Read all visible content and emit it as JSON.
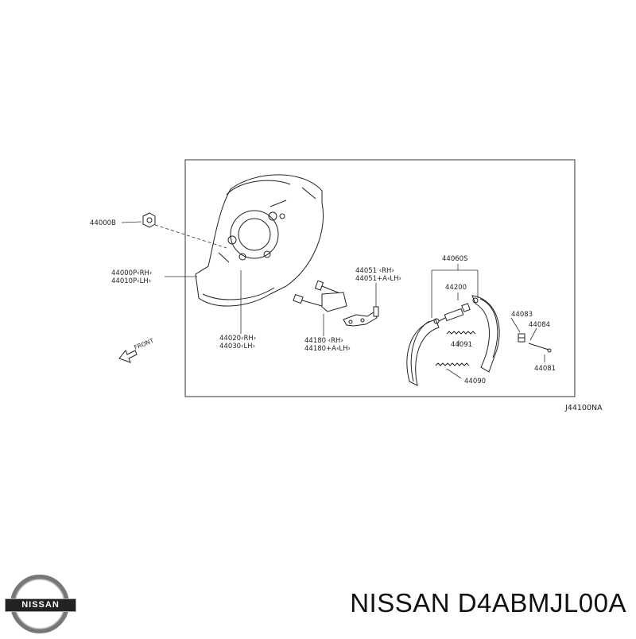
{
  "diagram": {
    "code": "J44100NA",
    "labels": {
      "nut": "44000B",
      "backing_plate_rh": "44000P‹RH›",
      "backing_plate_lh": "44010P‹LH›",
      "plate_center_rh": "44020‹RH›",
      "plate_center_lh": "44030‹LH›",
      "adjuster_rh": "44180  ‹RH›",
      "adjuster_lh": "44180+A‹LH›",
      "lever_rh": "44051  ‹RH›",
      "lever_lh": "44051+A‹LH›",
      "shoe_set": "44060S",
      "adjuster_assy": "44200",
      "spring_upper": "44091",
      "spring_lower": "44090",
      "pin": "44083",
      "retainer": "44084",
      "cup": "44081",
      "front": "FRONT"
    }
  },
  "brand": {
    "logo_text": "NISSAN",
    "caption": "NISSAN D4ABMJL00A"
  }
}
